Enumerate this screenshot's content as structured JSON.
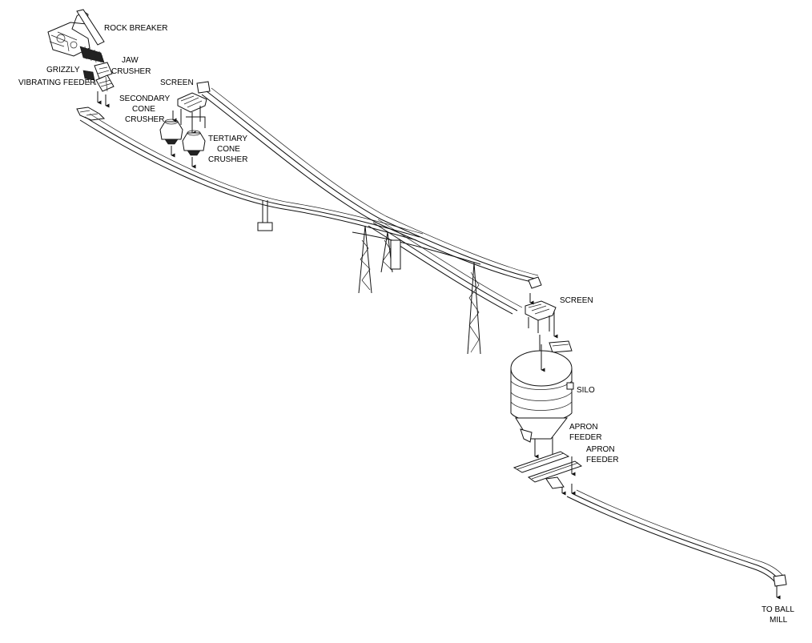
{
  "labels": {
    "rock_breaker": "ROCK BREAKER",
    "jaw": "JAW",
    "crusher": "CRUSHER",
    "grizzly": "GRIZZLY",
    "vibrating_feeder": "VIBRATING FEEDER",
    "screen_upper": "SCREEN",
    "secondary": "SECONDARY",
    "cone": "CONE",
    "tertiary": "TERTIARY",
    "screen_lower": "SCREEN",
    "silo": "SILO",
    "apron": "APRON",
    "feeder": "FEEDER",
    "to_ball": "TO BALL",
    "mill": "MILL"
  }
}
